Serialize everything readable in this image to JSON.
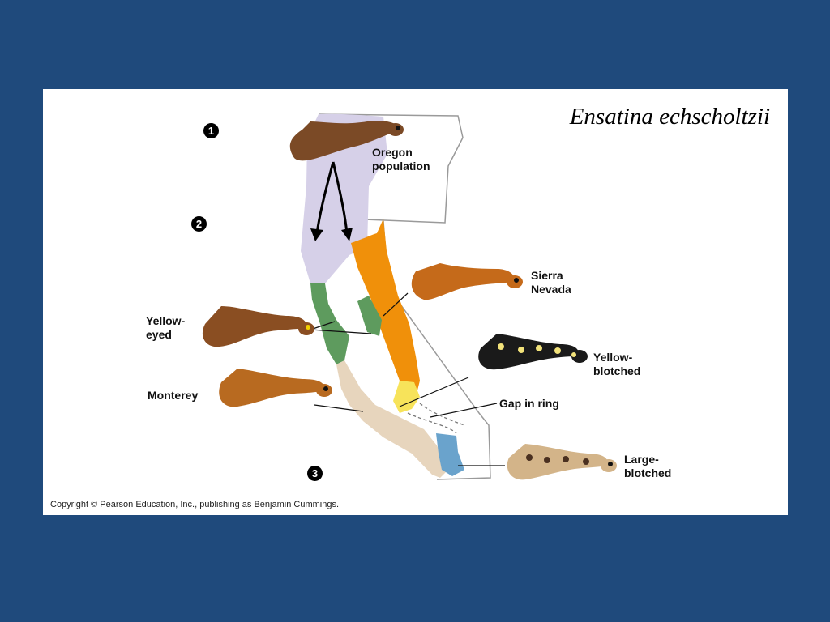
{
  "title": "Ensatina echscholtzii",
  "steps": [
    "1",
    "2",
    "3"
  ],
  "labels": {
    "oregon": "Oregon\npopulation",
    "sierra": "Sierra\nNevada",
    "yellow_eyed": "Yellow-\neyed",
    "monterey": "Monterey",
    "yellow_blotched": "Yellow-\nblotched",
    "gap": "Gap in ring",
    "large_blotched": "Large-\nblotched"
  },
  "copyright": "Copyright © Pearson Education, Inc., publishing as Benjamin Cummings.",
  "colors": {
    "background": "#1f4a7c",
    "oregon_region": "#d6d0e8",
    "sierra_region": "#f0900a",
    "yellow_eyed_region": "#5e9b5e",
    "monterey_region": "#e7d5bd",
    "yellow_blotched_region": "#f7e35a",
    "large_blotched_region": "#6aa3cc"
  }
}
